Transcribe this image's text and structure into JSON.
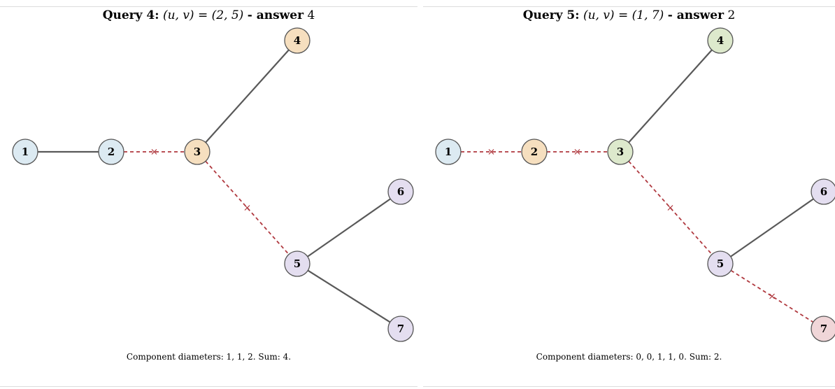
{
  "colors": {
    "blue": "#dceaf2",
    "orange": "#f6dfbf",
    "green": "#dde9cc",
    "purple": "#e4def0",
    "pink": "#f0d6d8",
    "solid_edge": "#595959",
    "cut_edge": "#b0393f",
    "node_stroke": "#555555"
  },
  "panels": [
    {
      "title": {
        "query": "Query 4:",
        "math": "(u, v) = (2, 5)",
        "answer_label": "- answer",
        "answer_value": "4"
      },
      "caption": "Component diameters: 1, 1, 2.   Sum: 4.",
      "nodes": [
        {
          "id": "1",
          "color": "blue"
        },
        {
          "id": "2",
          "color": "blue"
        },
        {
          "id": "3",
          "color": "orange"
        },
        {
          "id": "4",
          "color": "orange"
        },
        {
          "id": "5",
          "color": "purple"
        },
        {
          "id": "6",
          "color": "purple"
        },
        {
          "id": "7",
          "color": "purple"
        }
      ],
      "edges": [
        {
          "from": "1",
          "to": "2",
          "cut": false
        },
        {
          "from": "2",
          "to": "3",
          "cut": true
        },
        {
          "from": "3",
          "to": "4",
          "cut": false
        },
        {
          "from": "3",
          "to": "5",
          "cut": true
        },
        {
          "from": "5",
          "to": "6",
          "cut": false
        },
        {
          "from": "5",
          "to": "7",
          "cut": false
        }
      ]
    },
    {
      "title": {
        "query": "Query 5:",
        "math": "(u, v) = (1, 7)",
        "answer_label": "- answer",
        "answer_value": "2"
      },
      "caption": "Component diameters: 0, 0, 1, 1, 0.   Sum: 2.",
      "nodes": [
        {
          "id": "1",
          "color": "blue"
        },
        {
          "id": "2",
          "color": "orange"
        },
        {
          "id": "3",
          "color": "green"
        },
        {
          "id": "4",
          "color": "green"
        },
        {
          "id": "5",
          "color": "purple"
        },
        {
          "id": "6",
          "color": "purple"
        },
        {
          "id": "7",
          "color": "pink"
        }
      ],
      "edges": [
        {
          "from": "1",
          "to": "2",
          "cut": true
        },
        {
          "from": "2",
          "to": "3",
          "cut": true
        },
        {
          "from": "3",
          "to": "4",
          "cut": false
        },
        {
          "from": "3",
          "to": "5",
          "cut": true
        },
        {
          "from": "5",
          "to": "6",
          "cut": false
        },
        {
          "from": "5",
          "to": "7",
          "cut": true
        }
      ]
    }
  ]
}
